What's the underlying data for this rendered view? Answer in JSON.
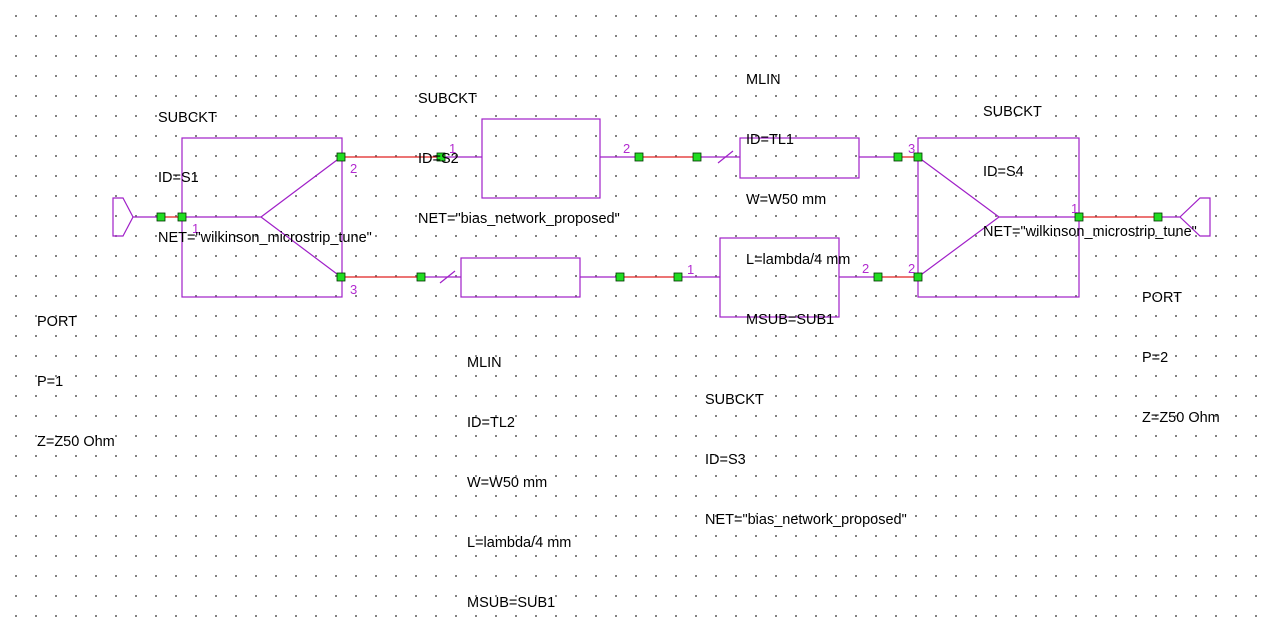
{
  "colors": {
    "component": "#a020c8",
    "wire": "#e02020",
    "node_fill": "#22dd22",
    "node_stroke": "#003300",
    "pin_text": "#b22bd0",
    "text": "#000000",
    "grid_dot": "#707070"
  },
  "components": {
    "port1": {
      "lines": [
        "PORT",
        "P=1",
        "Z=Z50 Ohm"
      ]
    },
    "port2": {
      "lines": [
        "PORT",
        "P=2",
        "Z=Z50 Ohm"
      ]
    },
    "s1": {
      "lines": [
        "SUBCKT",
        "ID=S1",
        "NET=\"wilkinson_microstrip_tune\""
      ],
      "pins": [
        "1",
        "2",
        "3"
      ]
    },
    "s2": {
      "lines": [
        "SUBCKT",
        "ID=S2",
        "NET=\"bias_network_proposed\""
      ],
      "pins": [
        "1",
        "2"
      ]
    },
    "s3": {
      "lines": [
        "SUBCKT",
        "ID=S3",
        "NET=\"bias_network_proposed\""
      ],
      "pins": [
        "1",
        "2"
      ]
    },
    "s4": {
      "lines": [
        "SUBCKT",
        "ID=S4",
        "NET=\"wilkinson_microstrip_tune\""
      ],
      "pins": [
        "1",
        "2",
        "3"
      ]
    },
    "tl1": {
      "lines": [
        "MLIN",
        "ID=TL1",
        "W=W50 mm",
        "L=lambda/4 mm",
        "MSUB=SUB1"
      ]
    },
    "tl2": {
      "lines": [
        "MLIN",
        "ID=TL2",
        "W=W50 mm",
        "L=lambda/4 mm",
        "MSUB=SUB1"
      ]
    }
  }
}
